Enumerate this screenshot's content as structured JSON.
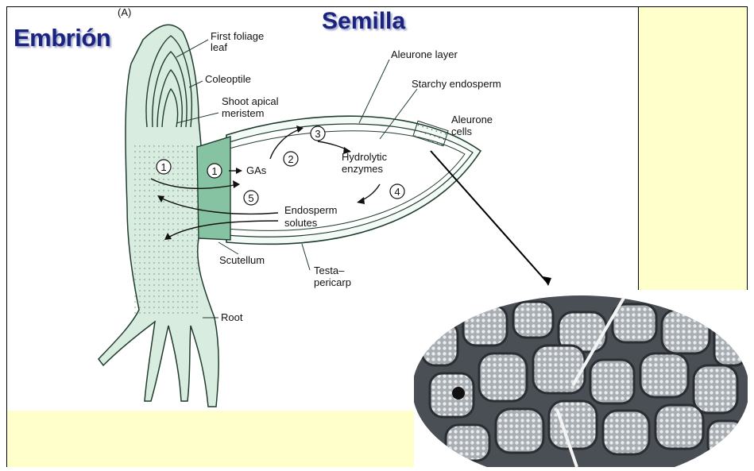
{
  "headings": {
    "embryo": "Embrión",
    "seed": "Semilla",
    "panel_letter": "(A)"
  },
  "labels": {
    "first_foliage_leaf_1": "First foliage",
    "first_foliage_leaf_2": "leaf",
    "coleoptile": "Coleoptile",
    "shoot_apical_1": "Shoot apical",
    "shoot_apical_2": "meristem",
    "aleurone_layer": "Aleurone layer",
    "starchy_endosperm": "Starchy endosperm",
    "aleurone_cells_1": "Aleurone",
    "aleurone_cells_2": "cells",
    "gas": "GAs",
    "hydrolytic_1": "Hydrolytic",
    "hydrolytic_2": "enzymes",
    "endosperm_solutes_1": "Endosperm",
    "endosperm_solutes_2": "solutes",
    "scutellum": "Scutellum",
    "testa_1": "Testa–",
    "testa_2": "pericarp",
    "root": "Root"
  },
  "steps": [
    "1",
    "1",
    "2",
    "3",
    "4",
    "5"
  ],
  "colors": {
    "heading": "#1a237e",
    "tissue": "#d8ece0",
    "scutellum": "#86c3a2",
    "background_accent": "#ffffcc",
    "outline": "#1f3d2e"
  }
}
